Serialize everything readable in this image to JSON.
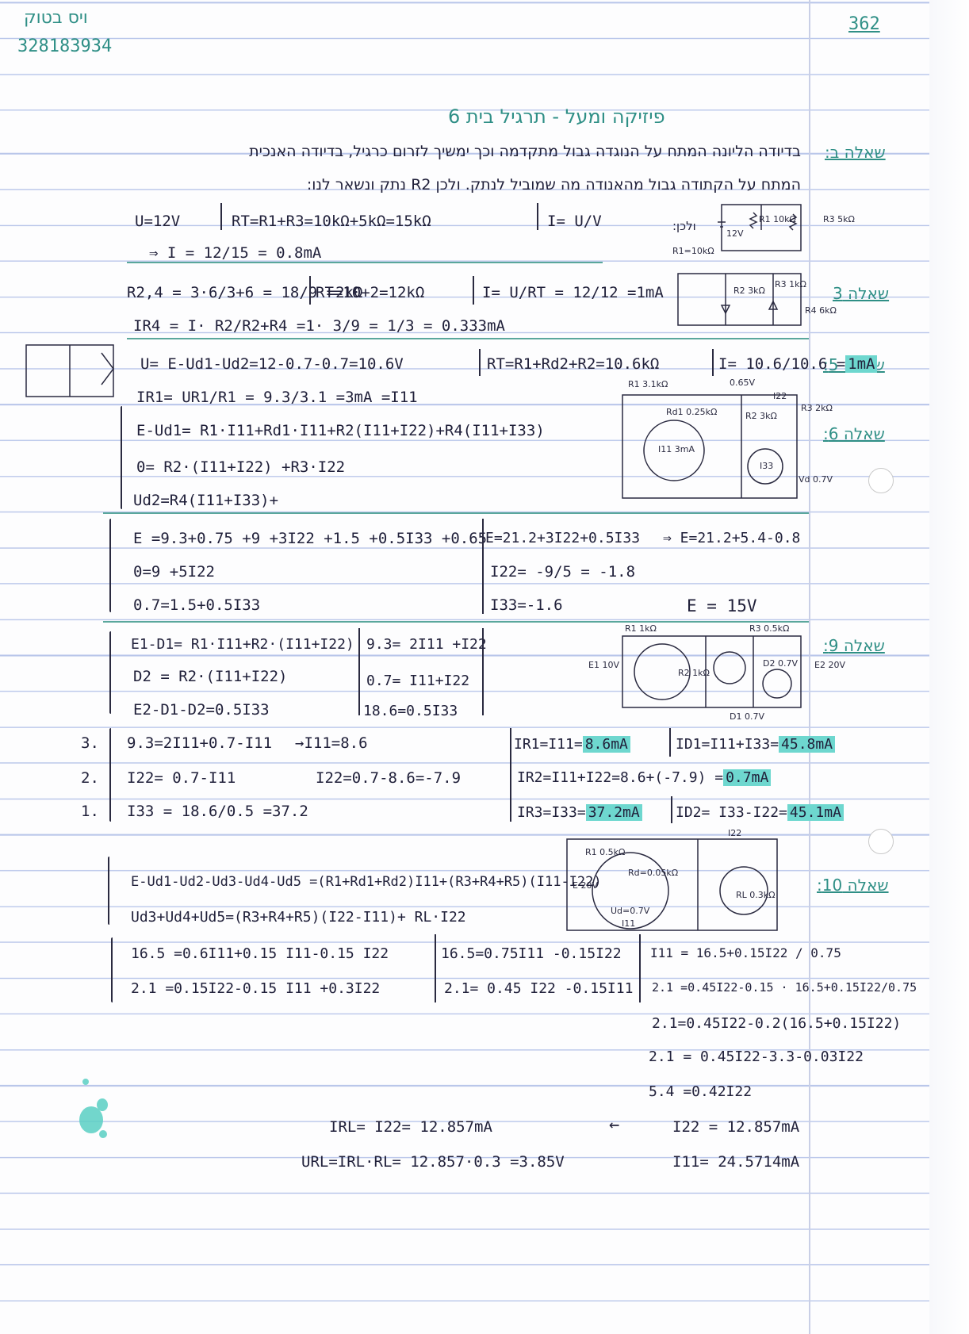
{
  "header": {
    "name": "ויס בטוק",
    "student_id": "328183934",
    "page_number": "362",
    "title": "פיזיקה ומעל - תרגיל בית 6"
  },
  "q2": {
    "label": "שאלה ב:",
    "text_line1": "בדיודה הליונה המתח על הנוגדה גבול מתקדמה וכך ימשיך לזרום כרגיל, בדיודה האנכית",
    "text_line2": "המתח על הקתודה גבול מהאנודה מה שמוביל לנתק. ולכן R2 נתק ונשאר לנו:",
    "eq1": "U=12V",
    "eq2": "RT=R1+R3=10kΩ+5kΩ=15kΩ",
    "eq3": "I= U/V",
    "eq4": "⇒ I = 12/15 = 0.8mA",
    "diagram_label": "ולכן:",
    "r1": "R1 10kΩ",
    "r3": "R3 5kΩ",
    "v": "12V",
    "r1b": "R1=10kΩ"
  },
  "q3": {
    "label": "שאלה 3",
    "eq1": "R2,4 = 3·6/3+6 = 18/9 =2kΩ",
    "eq2": "RT=10+2=12kΩ",
    "eq3": "I= U/RT = 12/12 =1mA",
    "eq4": "IR4 = I· R2/R2+R4 =1· 3/9 = 1/3 = 0.333mA",
    "r2": "R2 3kΩ",
    "r3": "R3 1kΩ",
    "r4": "R4 6kΩ"
  },
  "q5": {
    "label": "שאלה 5:",
    "eq1": "U= E-Ud1-Ud2=12-0.7-0.7=10.6V",
    "eq2": "RT=R1+Rd2+R2=10.6kΩ",
    "eq3_pre": "I= 10.6/10.6 =",
    "eq3_hl": "1mA",
    "eq4": "IR1= UR1/R1 = 9.3/3.1 =3mA =I11"
  },
  "q6": {
    "label": "שאלה 6:",
    "eq1": "E-Ud1= R1·I11+Rd1·I11+R2(I11+I22)+R4(I11+I33)",
    "eq2": "0= R2·(I11+I22) +R3·I22",
    "eq3": "Ud2=R4(I11+I33)+",
    "eq4": "E =9.3+0.75 +9 +3I22 +1.5 +0.5I33 +0.65",
    "eq5": "E=21.2+3I22+0.5I33",
    "eq6": "⇒ E=21.2+5.4-0.8",
    "eq7": "0=9 +5I22",
    "eq8": "I22= -9/5 = -1.8",
    "eq9": "0.7=1.5+0.5I33",
    "eq10": "I33=-1.6",
    "eq11": "E = 15V",
    "r1": "R1 3.1kΩ",
    "rd1": "Rd1 0.25kΩ",
    "v065": "0.65V",
    "r2": "R2 3kΩ",
    "r3": "R3 2kΩ",
    "i11": "I11 3mA",
    "i22": "I22",
    "i33": "I33",
    "vd": "Vd 0.7V"
  },
  "q9": {
    "label": "שאלה 9:",
    "eq1": "E1-D1= R1·I11+R2·(I11+I22)",
    "eq2": "9.3= 2I11 +I22",
    "eq3": "D2 = R2·(I11+I22)",
    "eq4": "0.7= I11+I22",
    "eq5": "E2-D1-D2=0.5I33",
    "eq6": "18.6=0.5I33",
    "step3_num": "3.",
    "step3": "9.3=2I11+0.7-I11",
    "step3b": "→I11=8.6",
    "step2_num": "2.",
    "step2": "I22= 0.7-I11",
    "step2b": "I22=0.7-8.6=-7.9",
    "step1_num": "1.",
    "step1": "I33 = 18.6/0.5 =37.2",
    "res1_pre": "IR1=I11=",
    "res1_hl": "8.6mA",
    "res2_pre": "ID1=I11+I33=",
    "res2_hl": "45.8mA",
    "res3_pre": "IR2=I11+I22=8.6+(-7.9) =",
    "res3_hl": "0.7mA",
    "res4_pre": "IR3=I33=",
    "res4_hl": "37.2mA",
    "res5_pre": "ID2= I33-I22=",
    "res5_hl": "45.1mA",
    "r1": "R1 1kΩ",
    "r3": "R3 0.5kΩ",
    "e1": "E1 10V",
    "r2": "R2 1kΩ",
    "d2": "D2 0.7V",
    "e2": "E2 20V",
    "d1": "D1 0.7V"
  },
  "q10": {
    "label": "שאלה 10:",
    "eq1": "E-Ud1-Ud2-Ud3-Ud4-Ud5 =(R1+Rd1+Rd2)I11+(R3+R4+R5)(I11-I22)",
    "eq2": "Ud3+Ud4+Ud5=(R3+R4+R5)(I22-I11)+ RL·I22",
    "eq3": "16.5 =0.6I11+0.15 I11-0.15 I22",
    "eq4": "16.5=0.75I11 -0.15I22",
    "eq5": "I11 = 16.5+0.15I22 / 0.75",
    "eq6": "2.1 =0.15I22-0.15 I11 +0.3I22",
    "eq7": "2.1= 0.45 I22 -0.15I11",
    "eq8": "2.1 =0.45I22-0.15 · 16.5+0.15I22/0.75",
    "eq9": "2.1=0.45I22-0.2(16.5+0.15I22)",
    "eq10": "2.1 = 0.45I22-3.3-0.03I22",
    "eq11": "5.4 =0.42I22",
    "eq12": "I22 = 12.857mA",
    "eq13": "I11= 24.5714mA",
    "eq14": "IRL= I22= 12.857mA",
    "eq15": "URL=IRL·RL= 12.857·0.3 =3.85V",
    "arrow": "←",
    "r1": "R1 0.5kΩ",
    "rd": "Rd=0.05kΩ",
    "e": "E 20V",
    "ud": "Ud=0.7V",
    "i11": "I11",
    "i22": "I22",
    "rl": "RL 0.3kΩ"
  }
}
